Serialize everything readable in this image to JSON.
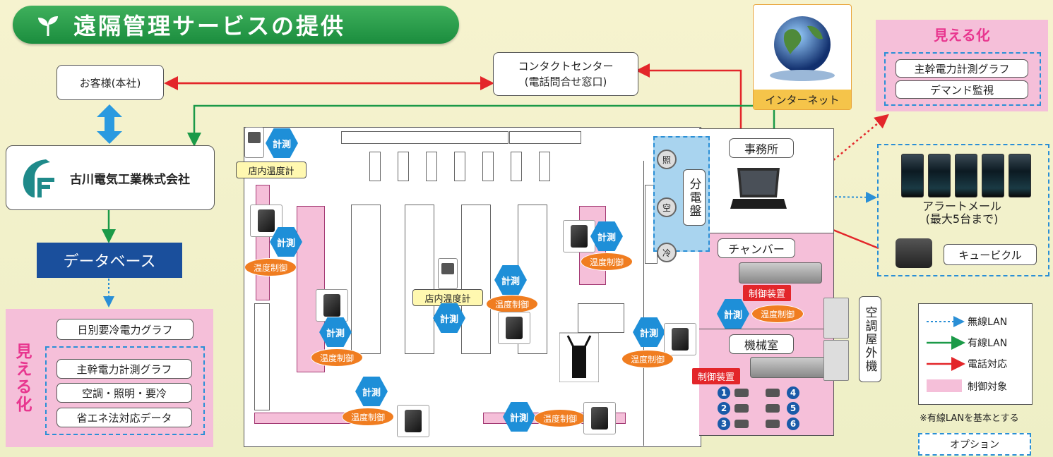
{
  "title": "遠隔管理サービスの提供",
  "customer_hq": "お客様(本社)",
  "company": "古川電気工業株式会社",
  "database": "データベース",
  "contact_center_line1": "コンタクトセンター",
  "contact_center_line2": "(電話問合せ窓口)",
  "internet": "インターネット",
  "mieruka": "見える化",
  "top_right_options": [
    "主幹電力計測グラフ",
    "デマンド監視"
  ],
  "bottom_left_top": "日別要冷電力グラフ",
  "bottom_left_options": [
    "主幹電力計測グラフ",
    "空調・照明・要冷",
    "省エネ法対応データ"
  ],
  "store_thermo": "店内温度計",
  "measure": "計測",
  "temp_control": "温度制御",
  "office": "事務所",
  "panel": "分電盤",
  "panel_items": [
    "照",
    "空",
    "冷"
  ],
  "chamber": "チャンバー",
  "machine_room": "機械室",
  "control_device": "制御装置",
  "ac_outdoor": "空調屋外機",
  "alert_mail_line1": "アラートメール",
  "alert_mail_line2": "(最大5台まで)",
  "cubicle": "キュービクル",
  "legend": {
    "wireless": "無線LAN",
    "wired": "有線LAN",
    "phone": "電話対応",
    "controlled": "制御対象",
    "note": "※有線LANを基本とする",
    "option": "オプション"
  },
  "cam_numbers": [
    "1",
    "2",
    "3",
    "4",
    "5",
    "6"
  ],
  "colors": {
    "green": "#1b9a48",
    "red": "#e3262a",
    "blue": "#2a8fd6",
    "navy": "#1a4f9c",
    "pink": "#f5bfd9"
  }
}
